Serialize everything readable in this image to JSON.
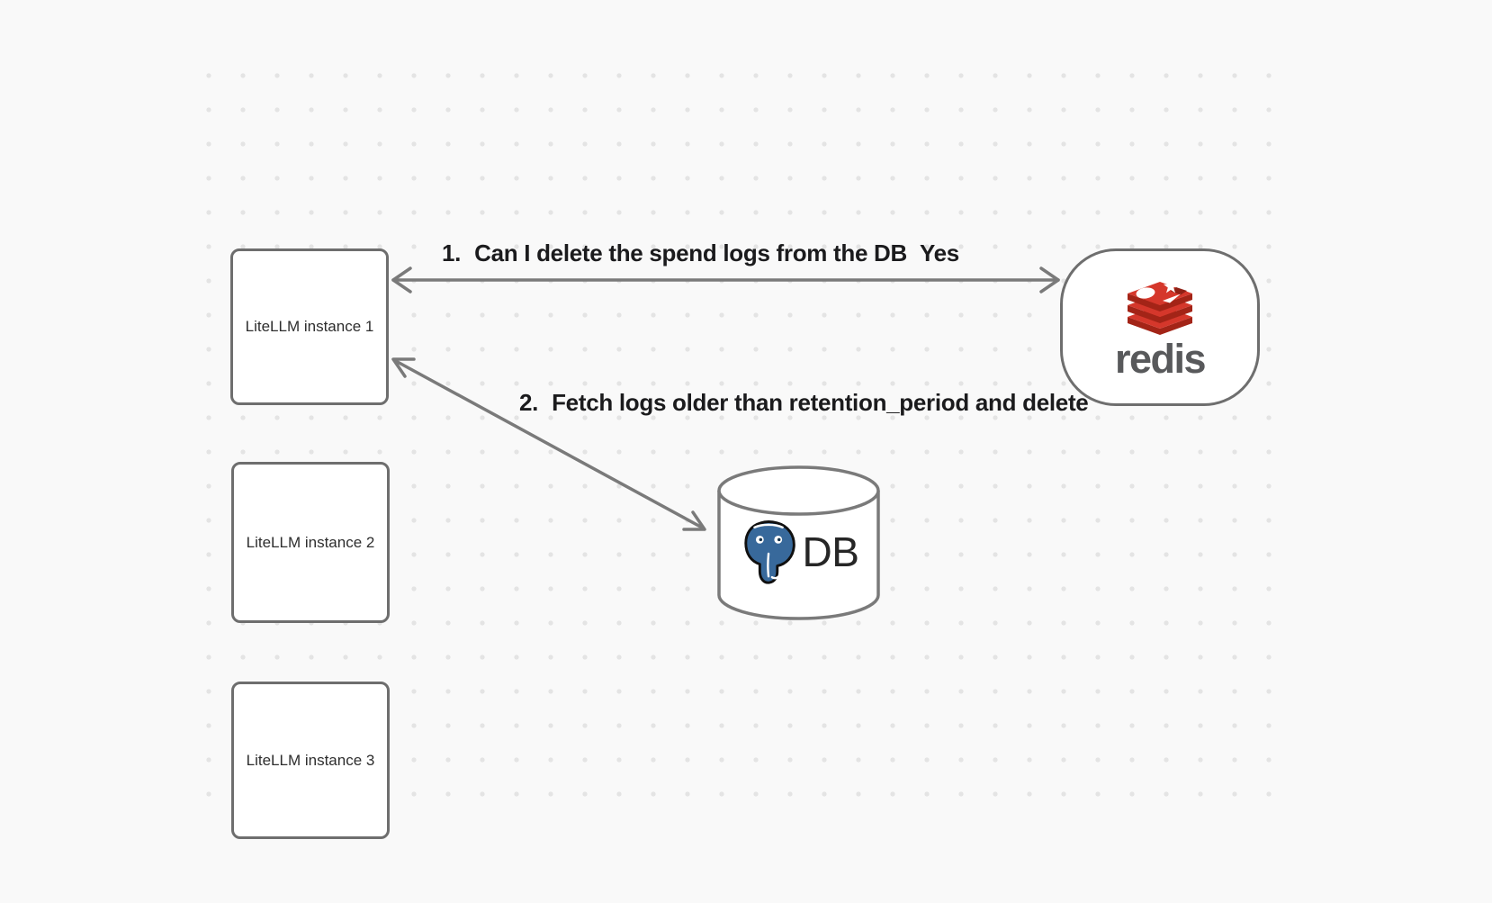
{
  "diagram": {
    "nodes": {
      "litellm_instances": [
        {
          "label": "LiteLLM instance 1"
        },
        {
          "label": "LiteLLM instance 2"
        },
        {
          "label": "LiteLLM instance 3"
        }
      ],
      "redis": {
        "wordmark": "redis",
        "logo": "redis-stack-icon"
      },
      "database": {
        "label": "DB",
        "logo": "postgresql-elephant-icon",
        "shape": "cylinder"
      }
    },
    "edges": [
      {
        "number": "1.",
        "text": "Can I delete the spend logs from the DB",
        "response": "Yes",
        "from": "LiteLLM instance 1",
        "to": "redis",
        "arrowheads": "both"
      },
      {
        "number": "2.",
        "text": "Fetch logs older than retention_period and delete",
        "from": "LiteLLM instance 1",
        "to": "DB",
        "arrowheads": "both"
      }
    ],
    "colors": {
      "background": "#f9f9f9",
      "grid_dot": "#e4e4e4",
      "node_border": "#6e6e6e",
      "node_fill": "#ffffff",
      "arrow": "#7a7a7a",
      "edge_label_text": "#1b1b1d",
      "node_label_text": "#2e2e2e",
      "redis_red": "#d5372b",
      "redis_dark_red": "#a32417",
      "redis_wordmark": "#58595b",
      "postgres_blue": "#38699b",
      "db_text": "#262626"
    }
  }
}
